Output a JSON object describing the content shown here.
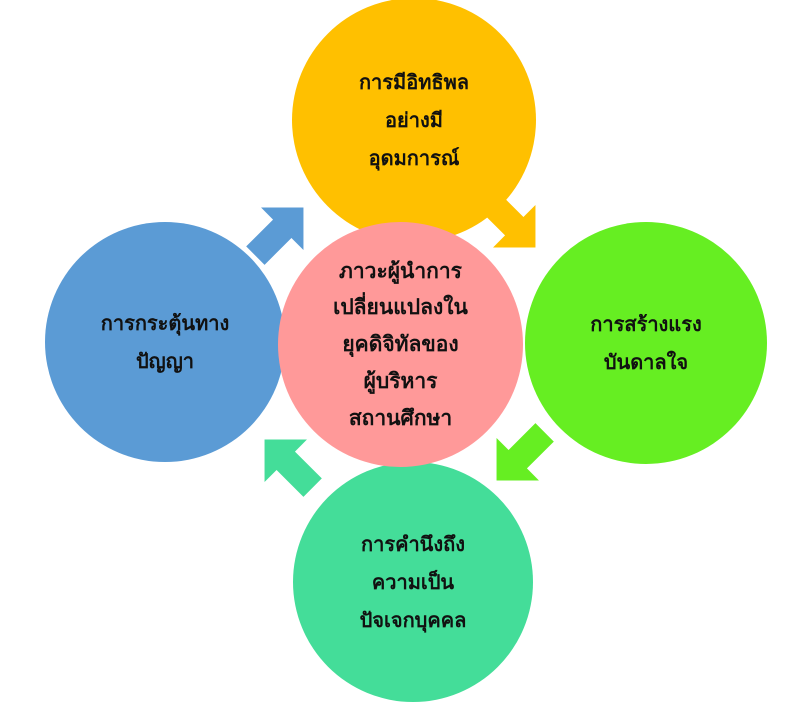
{
  "colors": {
    "top": "#FFC000",
    "right": "#66EE22",
    "bottom": "#44DD99",
    "left": "#5B9BD5",
    "center": "#FF9999"
  },
  "center": {
    "lines": [
      "ภาวะผู้นำการ",
      "เปลี่ยนแปลงใน",
      "ยุคดิจิทัลของ",
      "ผู้บริหาร",
      "สถานศึกษา"
    ]
  },
  "top": {
    "lines": [
      "การมีอิทธิพล",
      "อย่างมี",
      "อุดมการณ์"
    ]
  },
  "right": {
    "lines": [
      "การสร้างแรง",
      "บันดาลใจ"
    ]
  },
  "bottom": {
    "lines": [
      "การคำนึงถึง",
      "ความเป็น",
      "ปัจเจกบุคคล"
    ]
  },
  "left": {
    "lines": [
      "การกระตุ้นทาง",
      "ปัญญา"
    ]
  }
}
